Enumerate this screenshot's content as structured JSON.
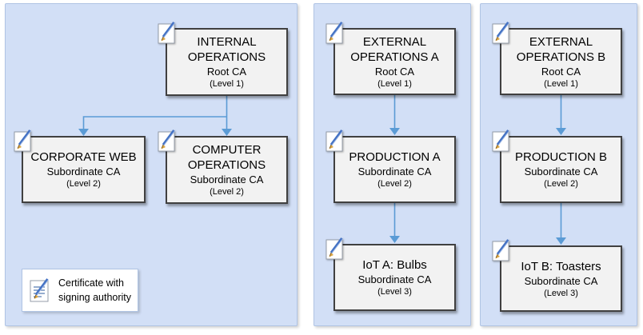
{
  "colors": {
    "page-bg": "#ffffff",
    "panel-bg": "#d2dff6",
    "panel-border": "#b0c4e4",
    "node-bg": "#f2f2f2",
    "node-border": "#404040",
    "connector": "#5b9bd5",
    "text": "#000000",
    "legend-bg": "#ffffff",
    "legend-border": "#b0c4e4"
  },
  "diagram": {
    "type": "certificate-authority-hierarchy",
    "panels": [
      {
        "name": "internal-operations-group",
        "nodes": [
          {
            "id": "internal-root",
            "title": "INTERNAL OPERATIONS",
            "subtitle": "Root CA",
            "level": "(Level 1)",
            "icon": "certificate-signing-icon"
          },
          {
            "id": "corporate-web",
            "title": "CORPORATE WEB",
            "subtitle": "Subordinate CA",
            "level": "(Level 2)",
            "icon": "certificate-signing-icon"
          },
          {
            "id": "computer-operations",
            "title": "COMPUTER OPERATIONS",
            "subtitle": "Subordinate CA",
            "level": "(Level 2)",
            "icon": "certificate-signing-icon"
          }
        ],
        "edges": [
          {
            "from": "internal-root",
            "to": "corporate-web"
          },
          {
            "from": "internal-root",
            "to": "computer-operations"
          }
        ]
      },
      {
        "name": "external-operations-a-group",
        "nodes": [
          {
            "id": "external-root-a",
            "title": "EXTERNAL OPERATIONS A",
            "subtitle": "Root CA",
            "level": "(Level 1)",
            "icon": "certificate-signing-icon"
          },
          {
            "id": "production-a",
            "title": "PRODUCTION A",
            "subtitle": "Subordinate CA",
            "level": "(Level 2)",
            "icon": "certificate-signing-icon"
          },
          {
            "id": "iot-a",
            "title": "IoT A: Bulbs",
            "subtitle": "Subordinate CA",
            "level": "(Level 3)",
            "icon": "certificate-signing-icon"
          }
        ],
        "edges": [
          {
            "from": "external-root-a",
            "to": "production-a"
          },
          {
            "from": "production-a",
            "to": "iot-a"
          }
        ]
      },
      {
        "name": "external-operations-b-group",
        "nodes": [
          {
            "id": "external-root-b",
            "title": "EXTERNAL OPERATIONS B",
            "subtitle": "Root CA",
            "level": "(Level 1)",
            "icon": "certificate-signing-icon"
          },
          {
            "id": "production-b",
            "title": "PRODUCTION B",
            "subtitle": "Subordinate CA",
            "level": "(Level 2)",
            "icon": "certificate-signing-icon"
          },
          {
            "id": "iot-b",
            "title": "IoT B: Toasters",
            "subtitle": "Subordinate CA",
            "level": "(Level 3)",
            "icon": "certificate-signing-icon"
          }
        ],
        "edges": [
          {
            "from": "external-root-b",
            "to": "production-b"
          },
          {
            "from": "production-b",
            "to": "iot-b"
          }
        ]
      }
    ],
    "legend": {
      "icon": "certificate-signing-icon",
      "label": "Certificate with signing authority"
    }
  }
}
